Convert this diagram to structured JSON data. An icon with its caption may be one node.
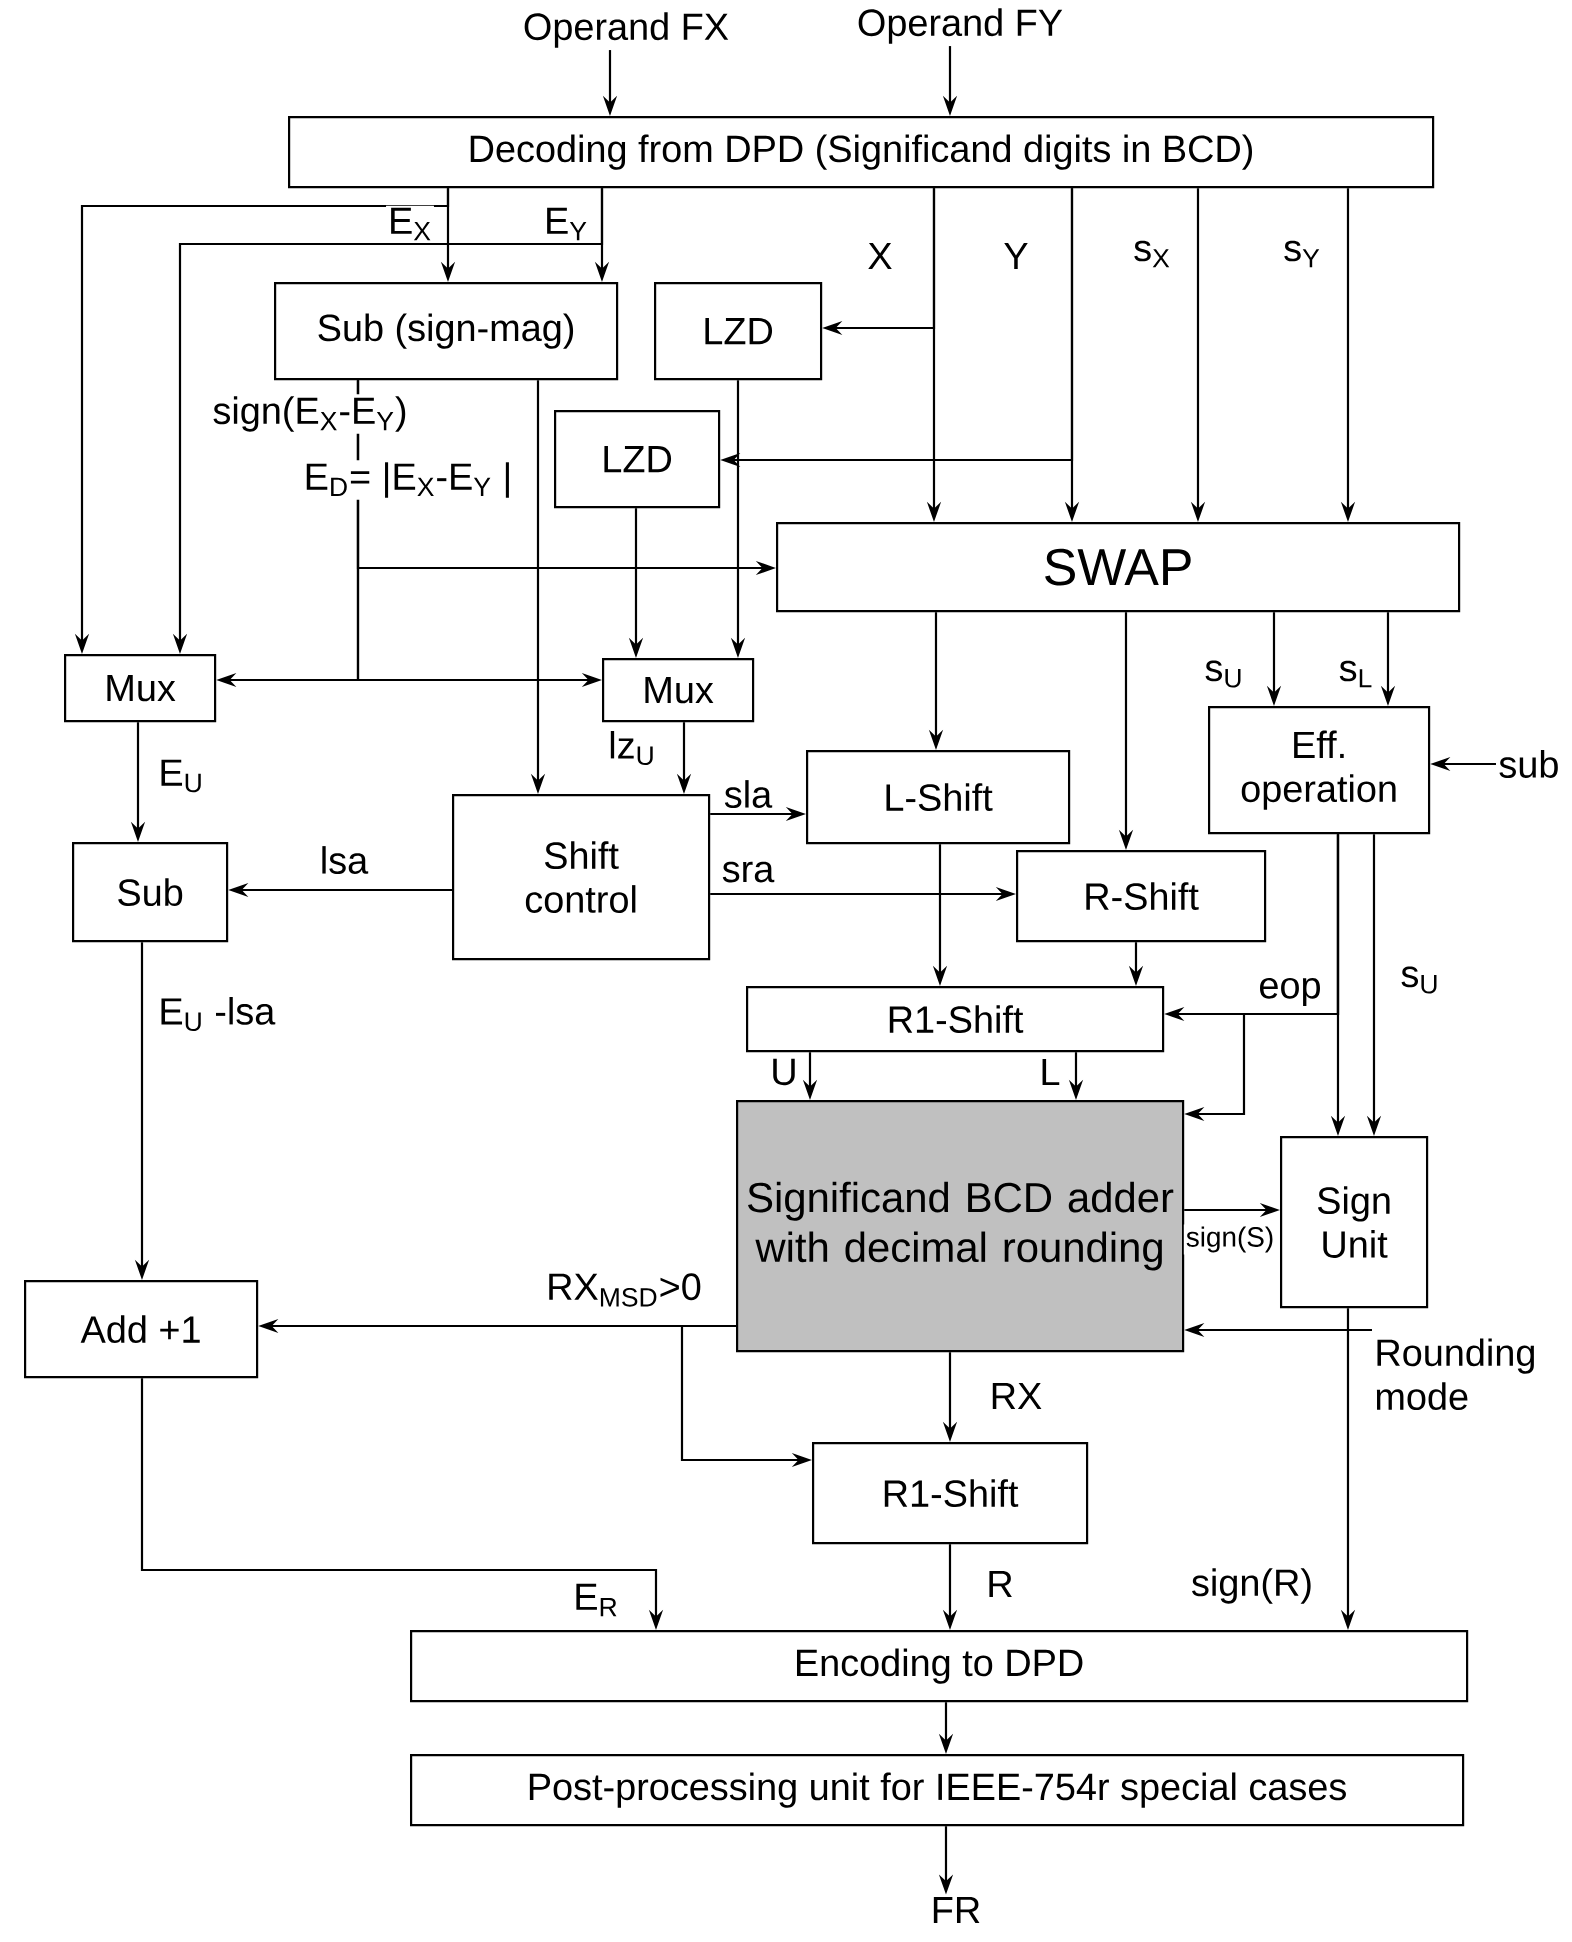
{
  "diagram": {
    "nodes": [
      {
        "text": [
          "Operand FX"
        ]
      },
      {
        "text": [
          "Operand FY"
        ]
      },
      {
        "text": [
          "Decoding from DPD (Significand digits in BCD)"
        ]
      },
      {
        "text": [
          "Sub (sign-mag)"
        ]
      },
      {
        "text": [
          "LZD"
        ]
      },
      {
        "text": [
          "LZD"
        ]
      },
      {
        "text": [
          "SWAP"
        ]
      },
      {
        "text": [
          "Mux"
        ]
      },
      {
        "text": [
          "Mux"
        ]
      },
      {
        "text": [
          "Eff. operation"
        ]
      },
      {
        "text": [
          "sub"
        ]
      },
      {
        "text": [
          "L-Shift"
        ]
      },
      {
        "text": [
          "Sub"
        ]
      },
      {
        "text": [
          "Shift control"
        ]
      },
      {
        "text": [
          "R-Shift"
        ]
      },
      {
        "text": [
          "R1-Shift"
        ]
      },
      {
        "text": [
          "Significand BCD adder with decimal rounding"
        ]
      },
      {
        "text": [
          "Sign Unit"
        ]
      },
      {
        "text": [
          "Add +1"
        ]
      },
      {
        "text": [
          "Rounding mode"
        ]
      },
      {
        "text": [
          "R1-Shift"
        ]
      },
      {
        "text": [
          "Encoding to DPD"
        ]
      },
      {
        "text": [
          "Post-processing unit for IEEE-754r special cases"
        ]
      },
      {
        "text": [
          "FR"
        ]
      }
    ],
    "edges": [
      {
        "from": 0,
        "to": 2,
        "arrow": "to"
      },
      {
        "from": 1,
        "to": 2,
        "arrow": "to"
      },
      {
        "from": 2,
        "to": 3,
        "arrow": "to",
        "label": "E$_{X}$"
      },
      {
        "from": 2,
        "to": 7,
        "arrow": "to"
      },
      {
        "from": 2,
        "to": 3,
        "arrow": "to",
        "label": "E$_{Y}$"
      },
      {
        "from": 2,
        "to": 7,
        "arrow": "to"
      },
      {
        "from": 2,
        "to": 6,
        "arrow": "to",
        "label": "X"
      },
      {
        "from": 2,
        "to": 4,
        "arrow": "to"
      },
      {
        "from": 2,
        "to": 6,
        "arrow": "to",
        "label": "Y"
      },
      {
        "from": 2,
        "to": 5,
        "arrow": "to"
      },
      {
        "from": 2,
        "to": 6,
        "arrow": "to",
        "label": "s$_{X}$"
      },
      {
        "from": 2,
        "to": 6,
        "arrow": "to",
        "label": "s$_{Y}$"
      },
      {
        "from": 3,
        "to": 7,
        "arrow": "to",
        "label": "sign(E$_{X}$-E$_{Y}$)"
      },
      {
        "from": 3,
        "to": 8,
        "arrow": "to"
      },
      {
        "from": 3,
        "to": 6,
        "arrow": "to"
      },
      {
        "from": 3,
        "to": 13,
        "arrow": "to",
        "label": "E$_{D}$= |E$_{X}$-E$_{Y}$ |"
      },
      {
        "from": 4,
        "to": 8,
        "arrow": "to"
      },
      {
        "from": 5,
        "to": 8,
        "arrow": "to"
      },
      {
        "from": 7,
        "to": 12,
        "arrow": "to",
        "label": "E$_{U}$"
      },
      {
        "from": 8,
        "to": 13,
        "arrow": "to",
        "label": "lz$_{U}$"
      },
      {
        "from": 6,
        "to": 11,
        "arrow": "to"
      },
      {
        "from": 6,
        "to": 14,
        "arrow": "to"
      },
      {
        "from": 6,
        "to": 9,
        "arrow": "to",
        "label": "s$_{U}$"
      },
      {
        "from": 6,
        "to": 9,
        "arrow": "to",
        "label": "s$_{L}$"
      },
      {
        "from": 10,
        "to": 9,
        "arrow": "to"
      },
      {
        "from": 13,
        "to": 11,
        "arrow": "to",
        "label": "sla"
      },
      {
        "from": 13,
        "to": 14,
        "arrow": "to",
        "label": "sra"
      },
      {
        "from": 13,
        "to": 12,
        "arrow": "to",
        "label": "lsa"
      },
      {
        "from": 9,
        "to": 17,
        "arrow": "to"
      },
      {
        "from": 9,
        "to": 17,
        "arrow": "to",
        "label": "s$_{U}$"
      },
      {
        "from": 9,
        "to": 15,
        "arrow": "to",
        "label": "eop"
      },
      {
        "from": 9,
        "to": 16,
        "arrow": "to"
      },
      {
        "from": 11,
        "to": 15,
        "arrow": "to"
      },
      {
        "from": 14,
        "to": 15,
        "arrow": "to"
      },
      {
        "from": 15,
        "to": 16,
        "arrow": "to",
        "label": "U"
      },
      {
        "from": 15,
        "to": 16,
        "arrow": "to",
        "label": "L"
      },
      {
        "from": 16,
        "to": 17,
        "arrow": "to",
        "label": "sign(S)"
      },
      {
        "from": 12,
        "to": 18,
        "arrow": "to",
        "label": "E$_{U}$ -lsa"
      },
      {
        "from": 16,
        "to": 18,
        "arrow": "to",
        "label": "RX$_{MSD}$>0"
      },
      {
        "from": 16,
        "to": 20,
        "arrow": "to"
      },
      {
        "from": 19,
        "to": 16,
        "arrow": "to"
      },
      {
        "from": 16,
        "to": 20,
        "arrow": "to",
        "label": "RX"
      },
      {
        "from": 17,
        "to": 21,
        "arrow": "to",
        "label": "sign(R)"
      },
      {
        "from": 18,
        "to": 21,
        "arrow": "to",
        "label": "E$_{R}$"
      },
      {
        "from": 20,
        "to": 21,
        "arrow": "to",
        "label": "R"
      },
      {
        "from": 21,
        "to": 22,
        "arrow": "to"
      },
      {
        "from": 22,
        "to": 23,
        "arrow": "to"
      }
    ]
  }
}
